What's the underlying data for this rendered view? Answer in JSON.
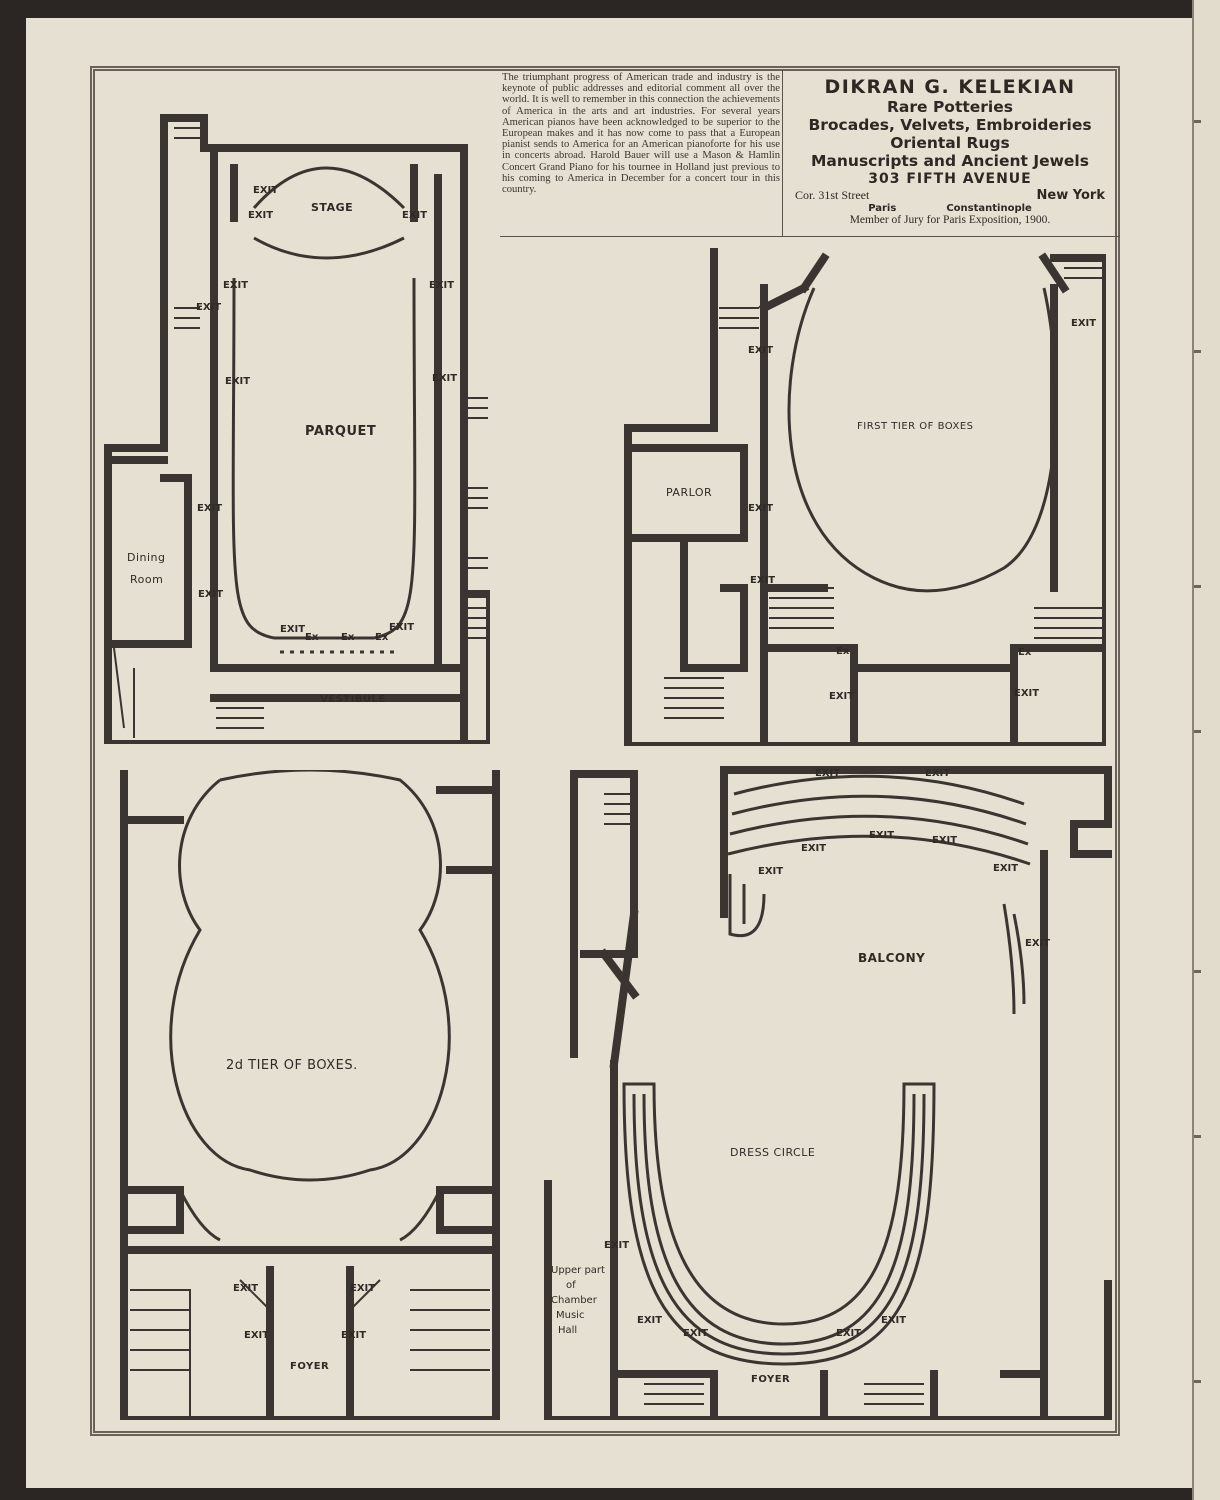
{
  "article": {
    "text": "The triumphant progress of American trade and industry is the keynote of public addresses and editorial comment all over the world. It is well to remember in this connection the achievements of America in the arts and art industries. For several years American pianos have been acknowledged to be superior to the European makes and it has now come to pass that a European pianist sends to America for an American pianoforte for his use in concerts abroad. Harold Bauer will use a Mason & Hamlin Concert Grand Piano for his tournee in Holland just previous to his coming to America in December for a concert tour in this country."
  },
  "advertisement": {
    "name": "DIKRAN G. KELEKIAN",
    "line1": "Rare Potteries",
    "line2": "Brocades, Velvets, Embroideries",
    "line3": "Oriental Rugs",
    "line4": "Manuscripts and Ancient Jewels",
    "address": "303 FIFTH AVENUE",
    "street": "Cor. 31st Street",
    "city": "New York",
    "branch1": "Paris",
    "branch2": "Constantinople",
    "jury": "Member of Jury for Paris Exposition, 1900."
  },
  "plans": {
    "parquet": {
      "stage": "STAGE",
      "main": "PARQUET",
      "dining1": "Dining",
      "dining2": "Room",
      "vestibule": "VESTIBULE",
      "exit": "EXIT",
      "ex": "Ex"
    },
    "first_tier": {
      "main": "FIRST TIER OF BOXES",
      "parlor": "PARLOR",
      "exit": "EXIT",
      "ex": "Ex"
    },
    "second_tier": {
      "main": "2d TIER OF BOXES.",
      "foyer": "FOYER",
      "exit": "EXIT"
    },
    "balcony": {
      "balcony": "BALCONY",
      "dress": "DRESS CIRCLE",
      "foyer": "FOYER",
      "exit": "EXIT",
      "chamber1": "Upper part",
      "chamber2": "of",
      "chamber3": "Chamber",
      "chamber4": "Music",
      "chamber5": "Hall"
    }
  }
}
